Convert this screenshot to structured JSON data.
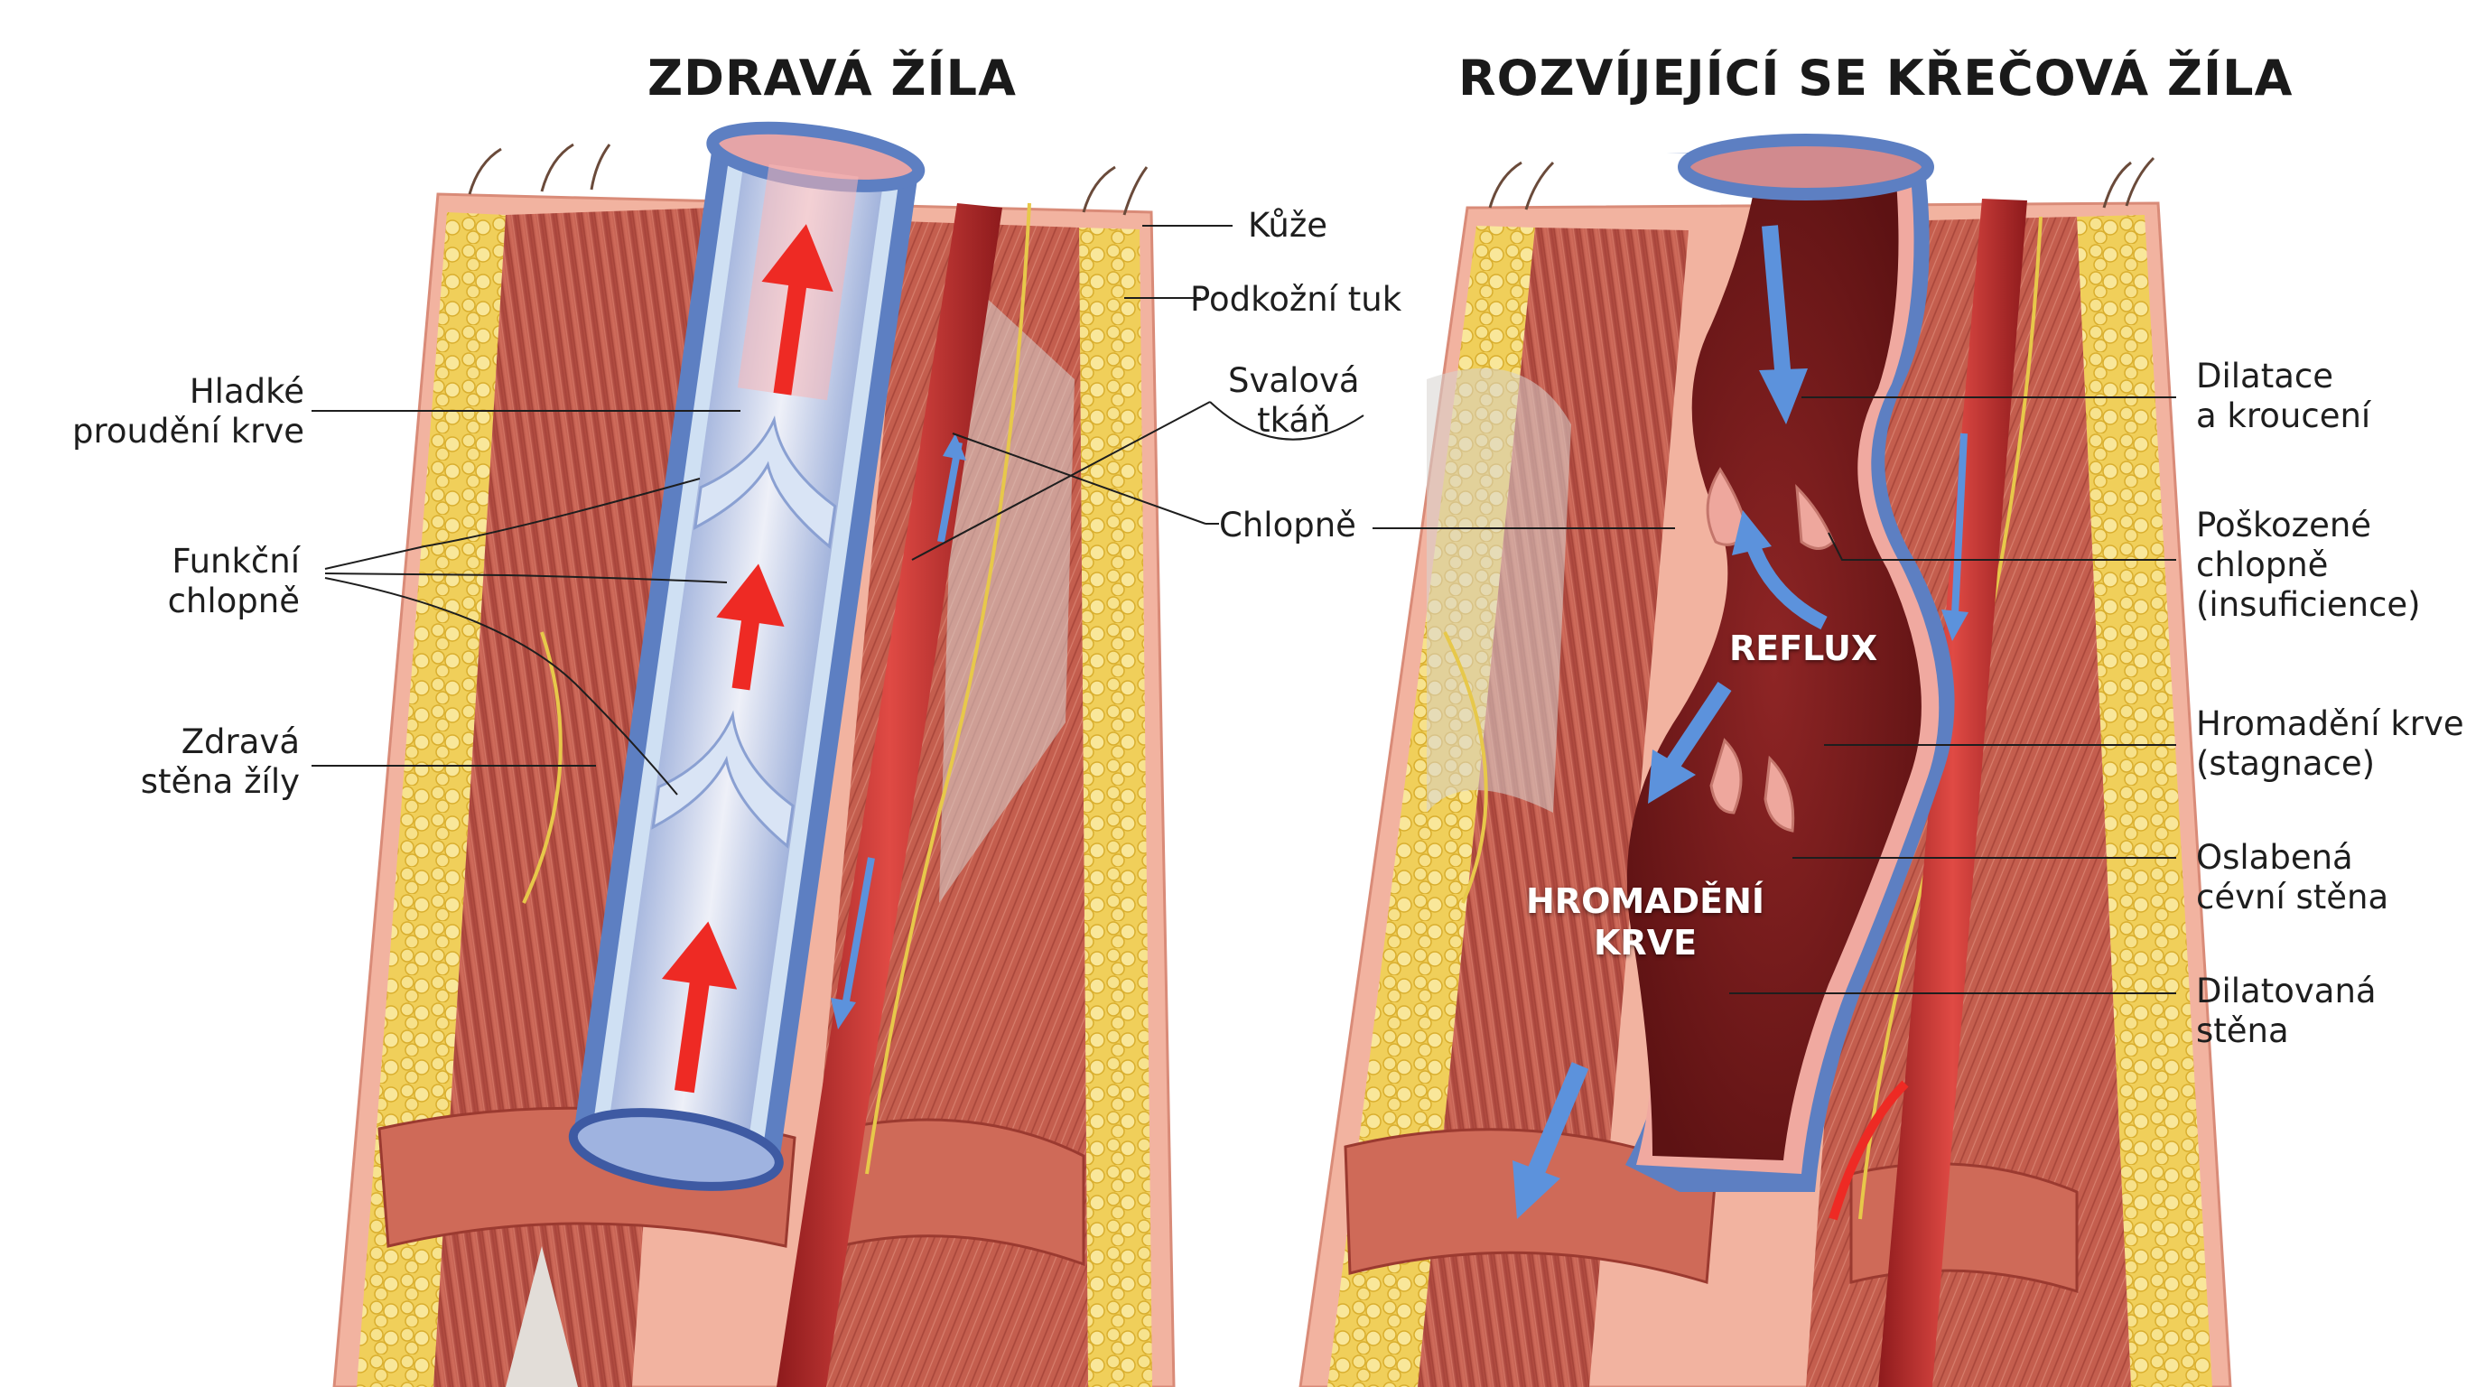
{
  "titles": {
    "healthy": "ZDRAVÁ ŽÍLA",
    "varicose": "ROZVÍJEJÍCÍ SE KŘEČOVÁ ŽÍLA"
  },
  "labels": {
    "smooth_flow": [
      "Hladké",
      "proudění krve"
    ],
    "functional_valves": [
      "Funkční",
      "chlopně"
    ],
    "healthy_wall": [
      "Zdravá",
      "stěna žíly"
    ],
    "skin": "Kůže",
    "subcutaneous_fat": "Podkožní tuk",
    "muscle_tissue": [
      "Svalová",
      "tkáň"
    ],
    "valves": "Chlopně",
    "dilation": [
      "Dilatace",
      "a kroucení"
    ],
    "damaged_valves": [
      "Poškozené",
      "chlopně",
      "(insuficience)"
    ],
    "blood_pooling": [
      "Hromadění krve",
      "(stagnace)"
    ],
    "weakened_wall": [
      "Oslabená",
      "cévní stěna"
    ],
    "dilated_wall": [
      "Dilatovaná",
      "stěna"
    ]
  },
  "inner_labels": {
    "reflux": "REFLUX",
    "pooling": [
      "HROMADĚNÍ",
      "KRVE"
    ]
  },
  "colors": {
    "muscle": "#c25a4c",
    "fat": "#f3d668",
    "vein_wall": "#5d7fc2",
    "vein_lumen": "#e9e3f1",
    "artery": "#c0282a",
    "blood_dark": "#7a1b1c",
    "flow_arrow": "#ee2a24",
    "reflux_arrow": "#5c92dc"
  }
}
